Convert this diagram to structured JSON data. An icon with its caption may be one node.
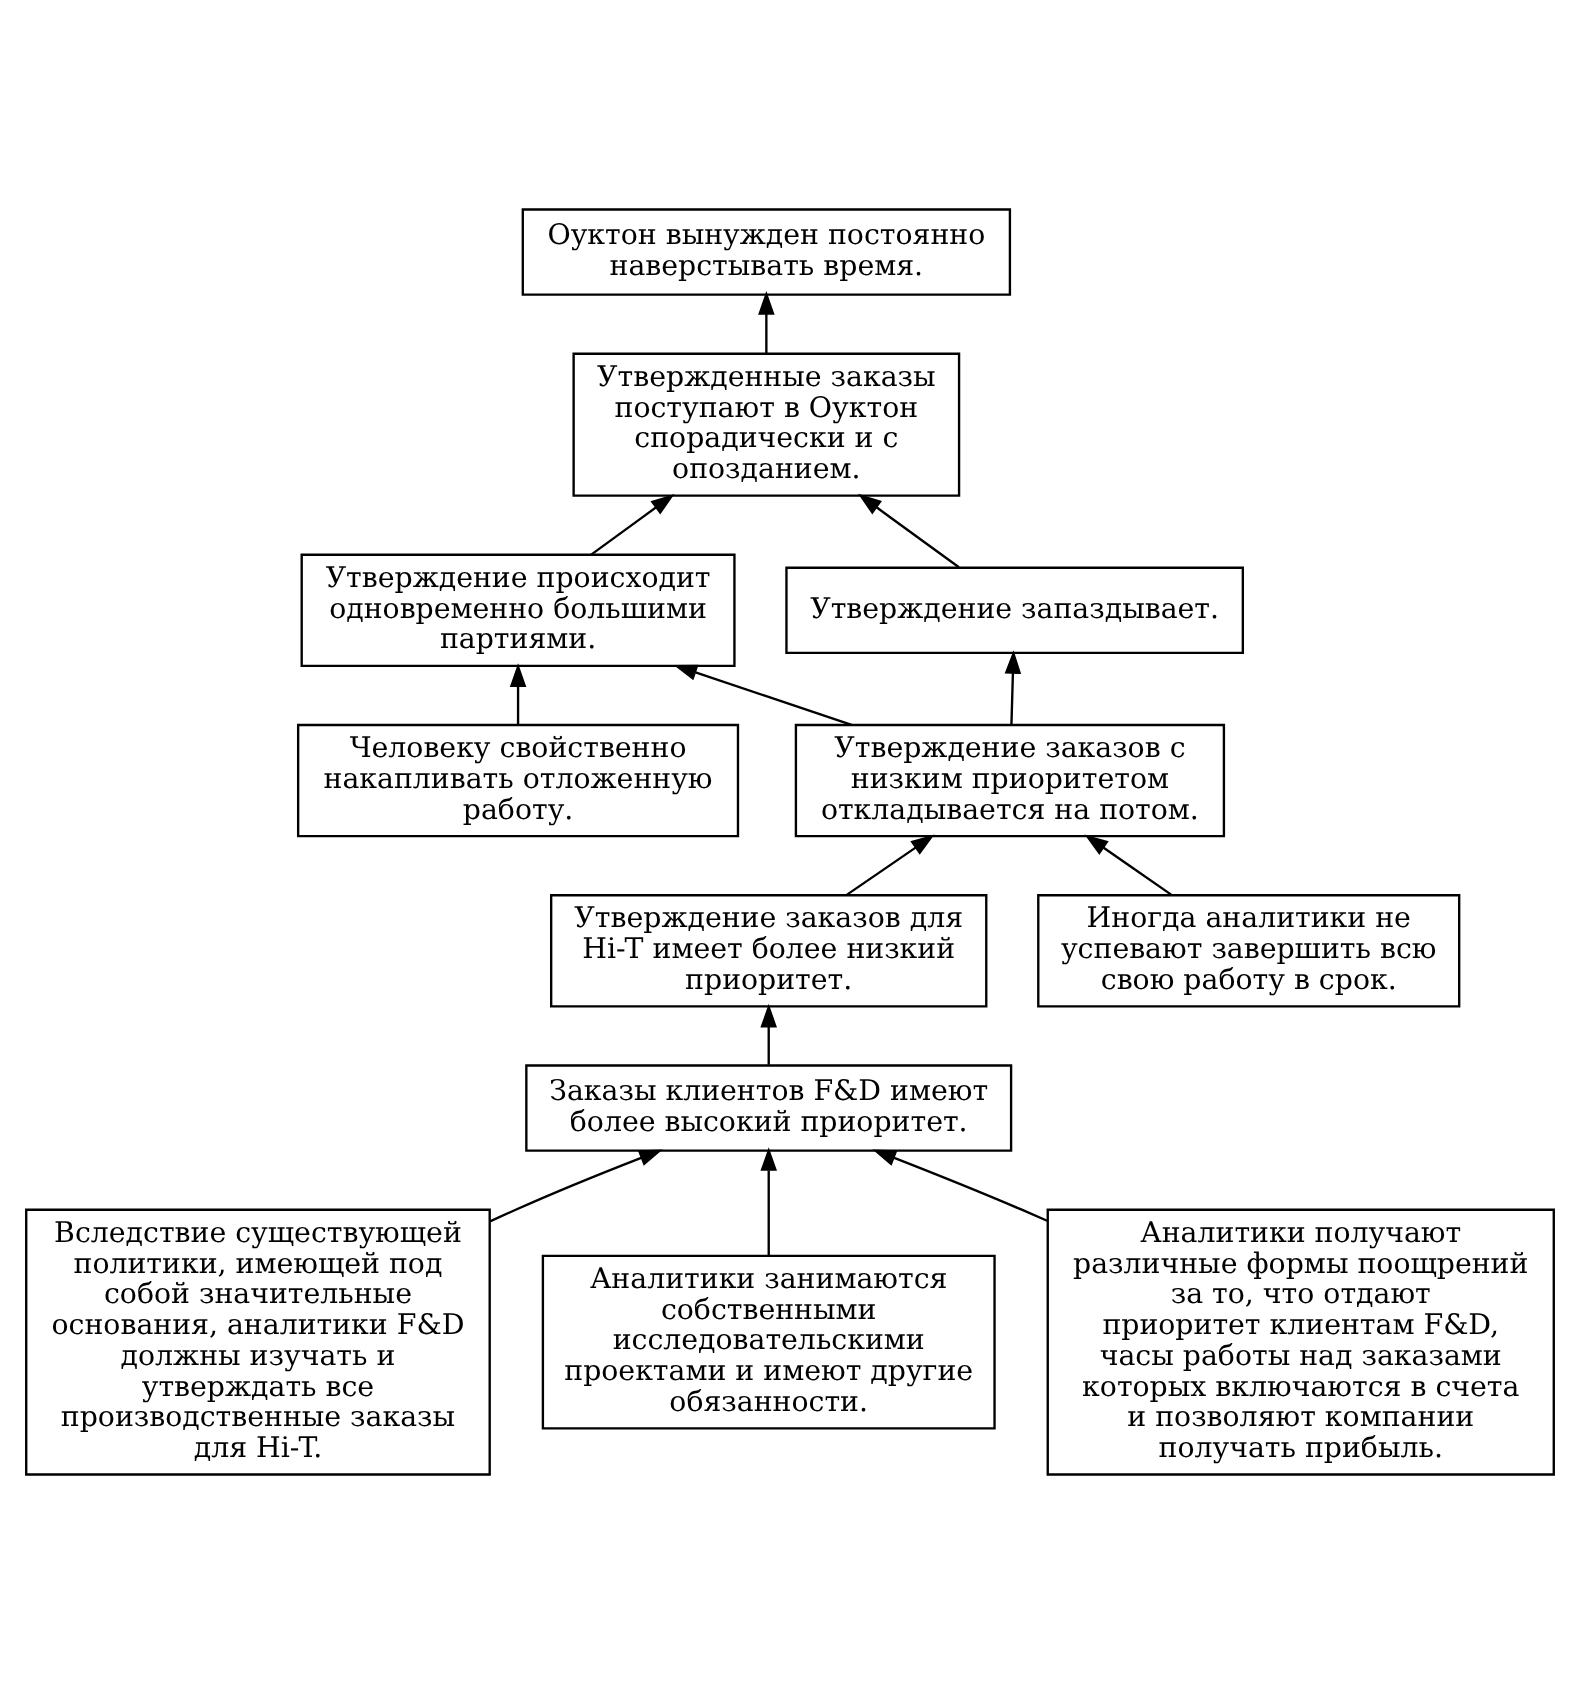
{
  "diagram": {
    "nodes": [
      {
        "text": [
          "Оуктон вынужден постоянно наверстывать время."
        ]
      },
      {
        "text": [
          "Утвержденные заказы поступают в Оуктон спорадически и с опозданием."
        ]
      },
      {
        "text": [
          "Утверждение запаздывает."
        ]
      },
      {
        "text": [
          "Утверждение происходит одновременно большими партиями."
        ]
      },
      {
        "text": [
          "Утверждение заказов с низким приоритетом откладывается на потом."
        ]
      },
      {
        "text": [
          "Человеку свойственно накапливать отложенную работу."
        ]
      },
      {
        "text": [
          "Утверждение заказов для Hi-T имеет более низкий приоритет."
        ]
      },
      {
        "text": [
          "Иногда аналитики не успевают завершить всю свою работу в срок."
        ]
      },
      {
        "text": [
          "Заказы клиентов F&D имеют более высокий приоритет."
        ]
      },
      {
        "text": [
          "Вследствие существующей политики, имеющей под собой значительные основания, аналитики F&D должны изучать и утверждать все производственные заказы для Hi-T."
        ]
      },
      {
        "text": [
          "Аналитики занимаются собственными исследовательскими проектами и имеют другие обязанности."
        ]
      },
      {
        "text": [
          "Аналитики получают различные формы поощрений за то, что отдают приоритет клиентам F&D, часы работы над заказами которых включаются в счета и позволяют компании получать прибыль."
        ]
      }
    ],
    "edges": [
      {
        "from": 1,
        "to": 0,
        "arrow": "to"
      },
      {
        "from": 2,
        "to": 1,
        "arrow": "to"
      },
      {
        "from": 3,
        "to": 1,
        "arrow": "to"
      },
      {
        "from": 4,
        "to": 2,
        "arrow": "to"
      },
      {
        "from": 4,
        "to": 3,
        "arrow": "to"
      },
      {
        "from": 5,
        "to": 3,
        "arrow": "to"
      },
      {
        "from": 6,
        "to": 4,
        "arrow": "to"
      },
      {
        "from": 7,
        "to": 4,
        "arrow": "to"
      },
      {
        "from": 8,
        "to": 6,
        "arrow": "to"
      },
      {
        "from": 9,
        "to": 8,
        "arrow": "to"
      },
      {
        "from": 10,
        "to": 8,
        "arrow": "to"
      },
      {
        "from": 11,
        "to": 8,
        "arrow": "to"
      }
    ]
  }
}
